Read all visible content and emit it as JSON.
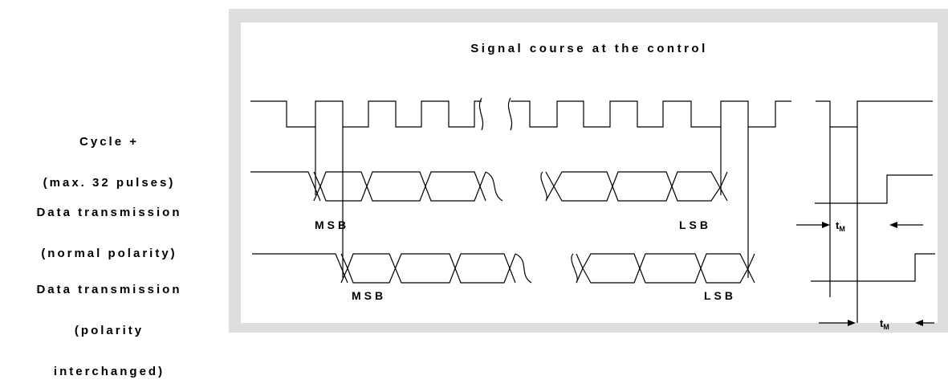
{
  "title": "Signal course at the control",
  "rows": [
    {
      "label_line1": "Cycle +",
      "label_line2": "(max. 32 pulses)"
    },
    {
      "label_line1": "Data transmission",
      "label_line2": "(normal polarity)"
    },
    {
      "label_line1": "Data transmission",
      "label_line2": "(polarity",
      "label_line3": "interchanged)"
    }
  ],
  "bit_labels": {
    "msb": "MSB",
    "lsb": "LSB"
  },
  "timing": {
    "t_main": "t",
    "t_sub": "M"
  }
}
